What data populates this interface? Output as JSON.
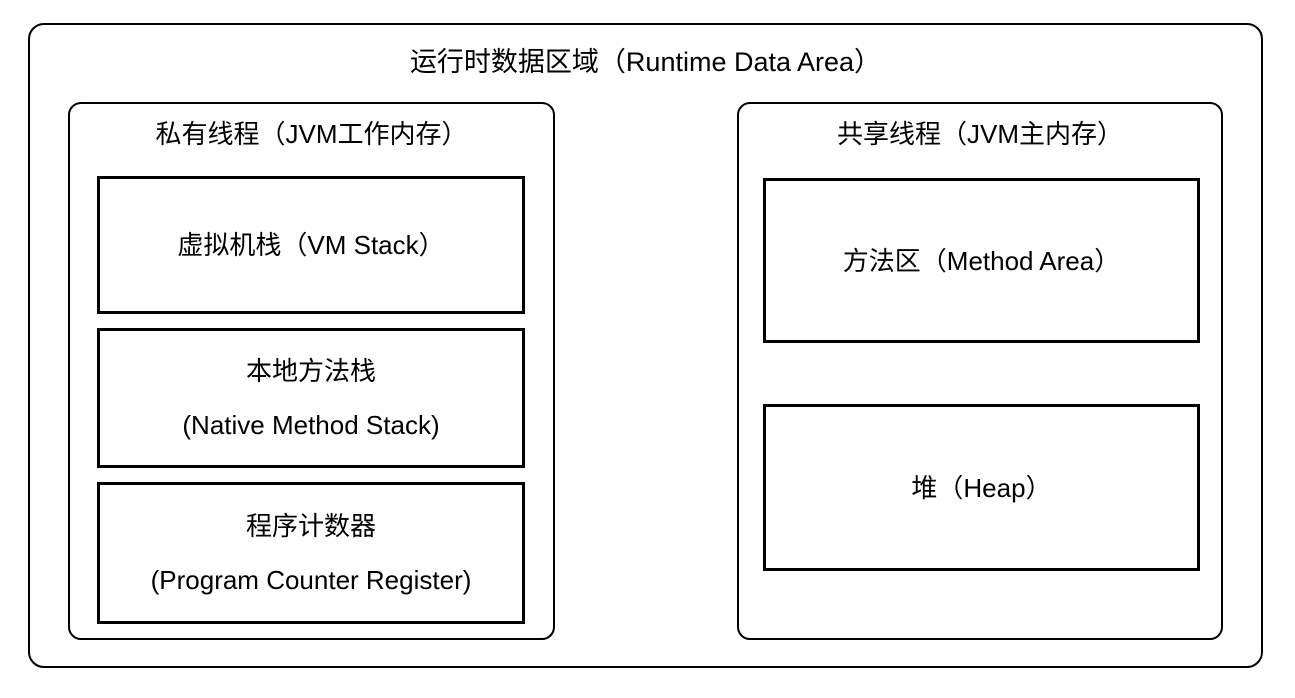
{
  "diagram": {
    "title": "运行时数据区域（Runtime Data Area）",
    "groups": [
      {
        "title": "私有线程（JVM工作内存）",
        "boxes": [
          {
            "lines": [
              "虚拟机栈（VM Stack）"
            ]
          },
          {
            "lines": [
              "本地方法栈",
              "(Native Method Stack)"
            ]
          },
          {
            "lines": [
              "程序计数器",
              "(Program Counter Register)"
            ]
          }
        ]
      },
      {
        "title": "共享线程（JVM主内存）",
        "boxes": [
          {
            "lines": [
              "方法区（Method Area）"
            ]
          },
          {
            "lines": [
              "堆（Heap）"
            ]
          }
        ]
      }
    ]
  },
  "colors": {
    "border": "#000000",
    "background": "#ffffff",
    "text": "#000000"
  }
}
